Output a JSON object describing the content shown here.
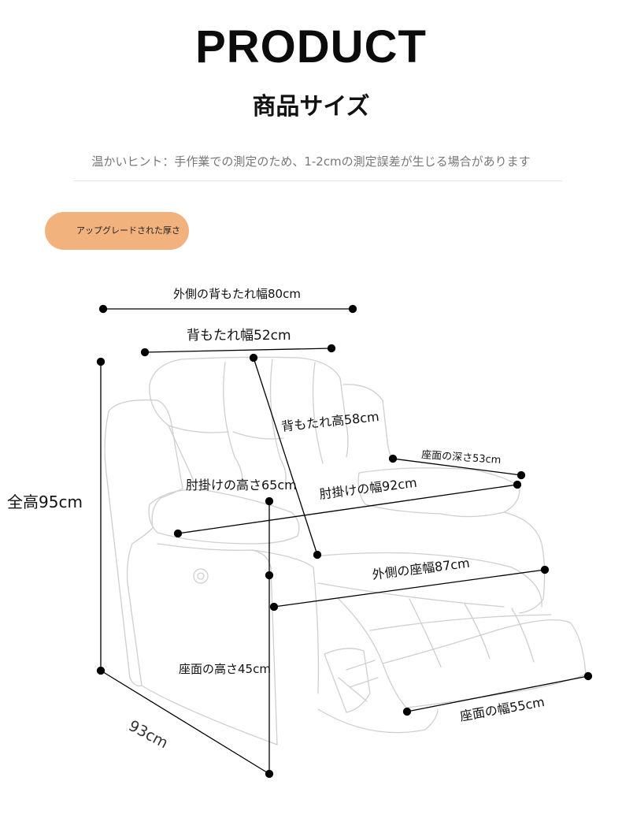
{
  "header": {
    "title": "PRODUCT",
    "subtitle": "商品サイズ",
    "hint": "温かいヒント：手作業での測定のため、1-2cmの測定誤差が生じる場合があります"
  },
  "badge": {
    "label": "アップグレードされた厚さ"
  },
  "dimensions": {
    "outer_back_width": "外側の背もたれ幅80cm",
    "back_width": "背もたれ幅52cm",
    "back_height": "背もたれ高58cm",
    "seat_depth": "座面の深さ53cm",
    "total_height": "全高95cm",
    "armrest_height": "肘掛けの高さ65cm",
    "armrest_width": "肘掛けの幅92cm",
    "outer_seat_width": "外側の座幅87cm",
    "seat_height": "座面の高さ45cm",
    "depth": "93cm",
    "seat_width": "座面の幅55cm"
  },
  "colors": {
    "badge": "#f2b27e",
    "sketch": "#c9c9c9",
    "line": "#000000"
  }
}
